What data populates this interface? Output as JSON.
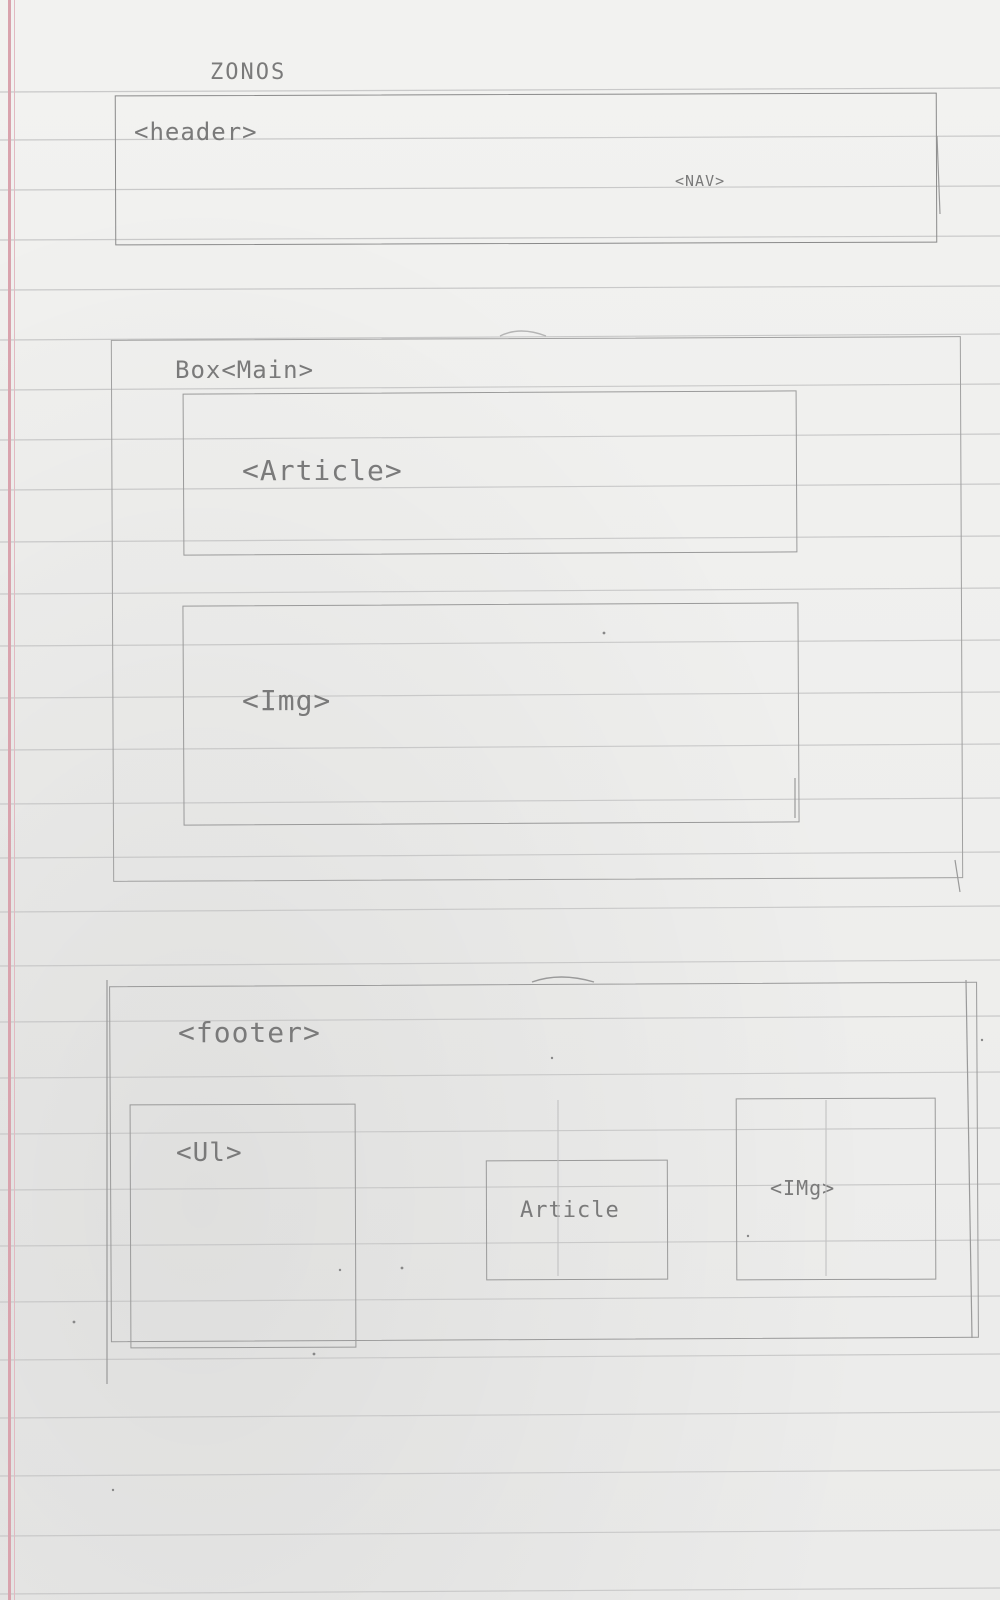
{
  "labels": {
    "title": "ZONOS",
    "header": "<header>",
    "nav": "<NAV>",
    "main": "Box<Main>",
    "article": "<Article>",
    "img": "<Img>",
    "footer": "<footer>",
    "ul": "<Ul>",
    "footer_article": "Article",
    "footer_img": "<IMg>"
  },
  "colors": {
    "paper": "#eeeeec",
    "rule": "#c9c9c9",
    "pencil": "#8a8a8a",
    "margin": "#d9a3ad"
  }
}
